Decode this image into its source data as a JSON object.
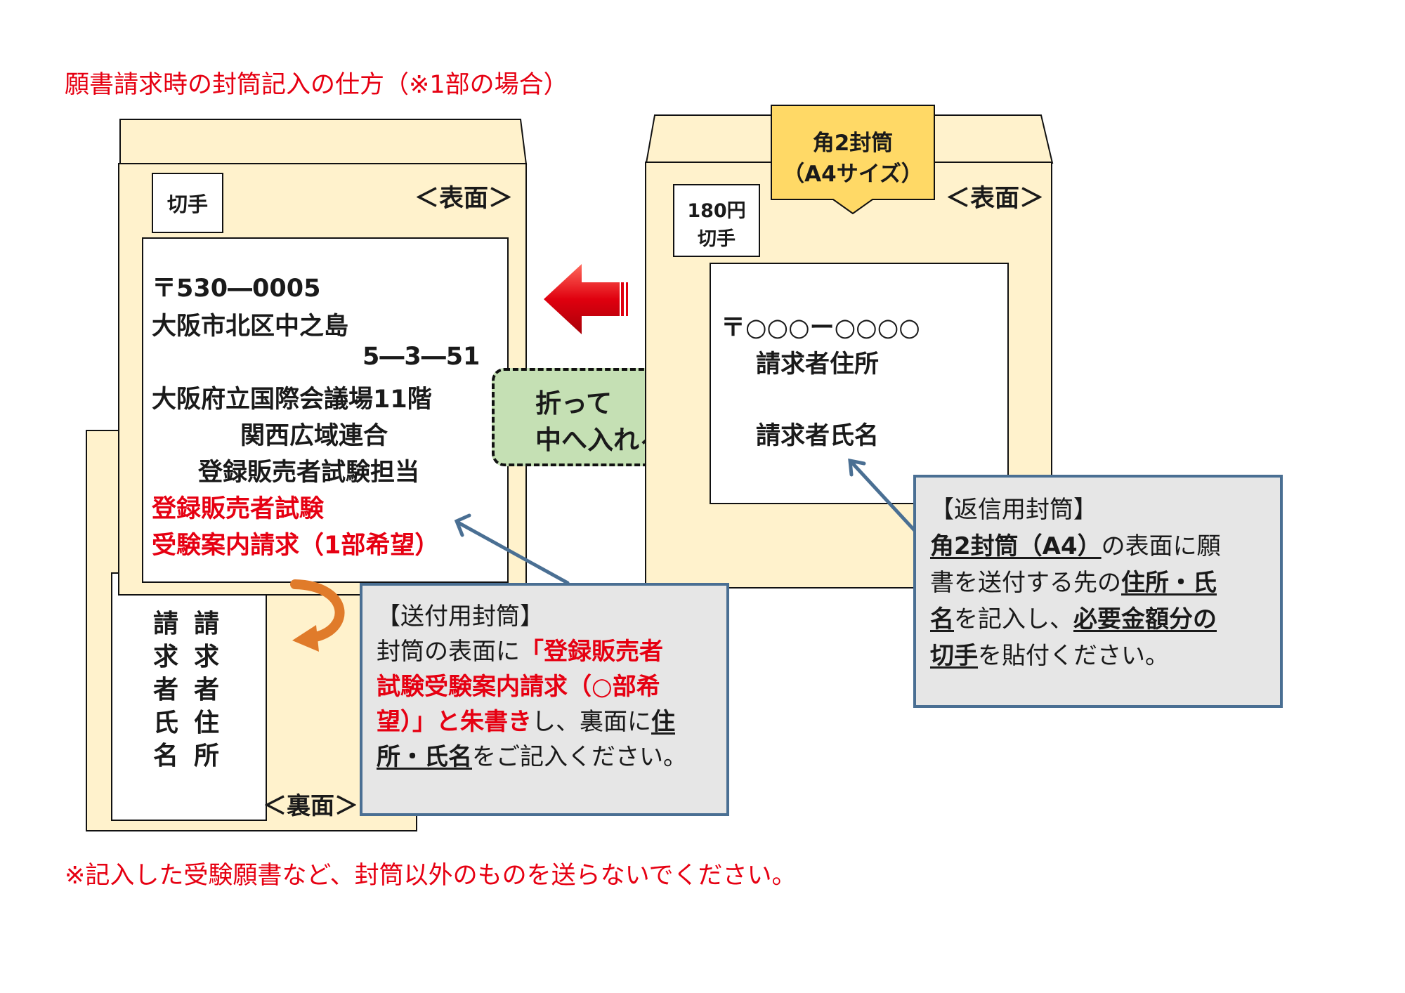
{
  "heading": "願書請求時の封筒記入の仕方（※1部の場合）",
  "footnote": "※記入した受験願書など、封筒以外のものを送らないでください。",
  "send_envelope": {
    "front_label": "＜表面＞",
    "stamp_label": "切手",
    "address_lines": [
      "〒530―0005",
      "大阪市北区中之島",
      "5―3―51",
      "大阪府立国際会議場11階",
      "関西広域連合",
      "登録販売者試験担当"
    ],
    "red_lines": [
      "登録販売者試験",
      "受験案内請求（1部希望）"
    ],
    "back_label": "＜裏面＞",
    "back_columns": [
      [
        "請",
        "求",
        "者",
        "氏",
        "名"
      ],
      [
        "請",
        "求",
        "者",
        "住",
        "所"
      ]
    ]
  },
  "reply_envelope": {
    "front_label": "＜表面＞",
    "stamp_label_line1": "180円",
    "stamp_label_line2": "切手",
    "size_callout_line1": "角2封筒",
    "size_callout_line2": "（A4サイズ）",
    "postal": "〒○○○ー○○○○",
    "address_label": "請求者住所",
    "name_label": "請求者氏名"
  },
  "fold_callout": {
    "line1": "折って",
    "line2": "中へ入れる"
  },
  "send_note": {
    "title": "【送付用封筒】",
    "text_1": "封筒の表面に",
    "red_1": "「登録販売者",
    "red_2": "試験受験案内請求（○部希",
    "red_3": "望）」と朱書き",
    "text_2": "し、裏面に",
    "underline_1": "住",
    "underline_2": "所・氏名",
    "text_3": "をご記入ください。"
  },
  "reply_note": {
    "title": "【返信用封筒】",
    "underline_1": "角2封筒（A4）",
    "text_1": "の表面に願",
    "text_2": "書を送付する先の",
    "underline_2": "住所・氏",
    "underline_3": "名",
    "text_3": "を記入し、",
    "underline_4": "必要金額分の",
    "underline_5": "切手",
    "text_4": "を貼付ください。"
  },
  "colors": {
    "accent_red": "#e60012",
    "envelope_fill": "#fff2cc",
    "callout_yellow": "#ffd966",
    "fold_green": "#c5e0b4",
    "note_border": "#4a6f93",
    "note_fill": "#e6e6e6",
    "curved_arrow": "#e07b2a"
  }
}
